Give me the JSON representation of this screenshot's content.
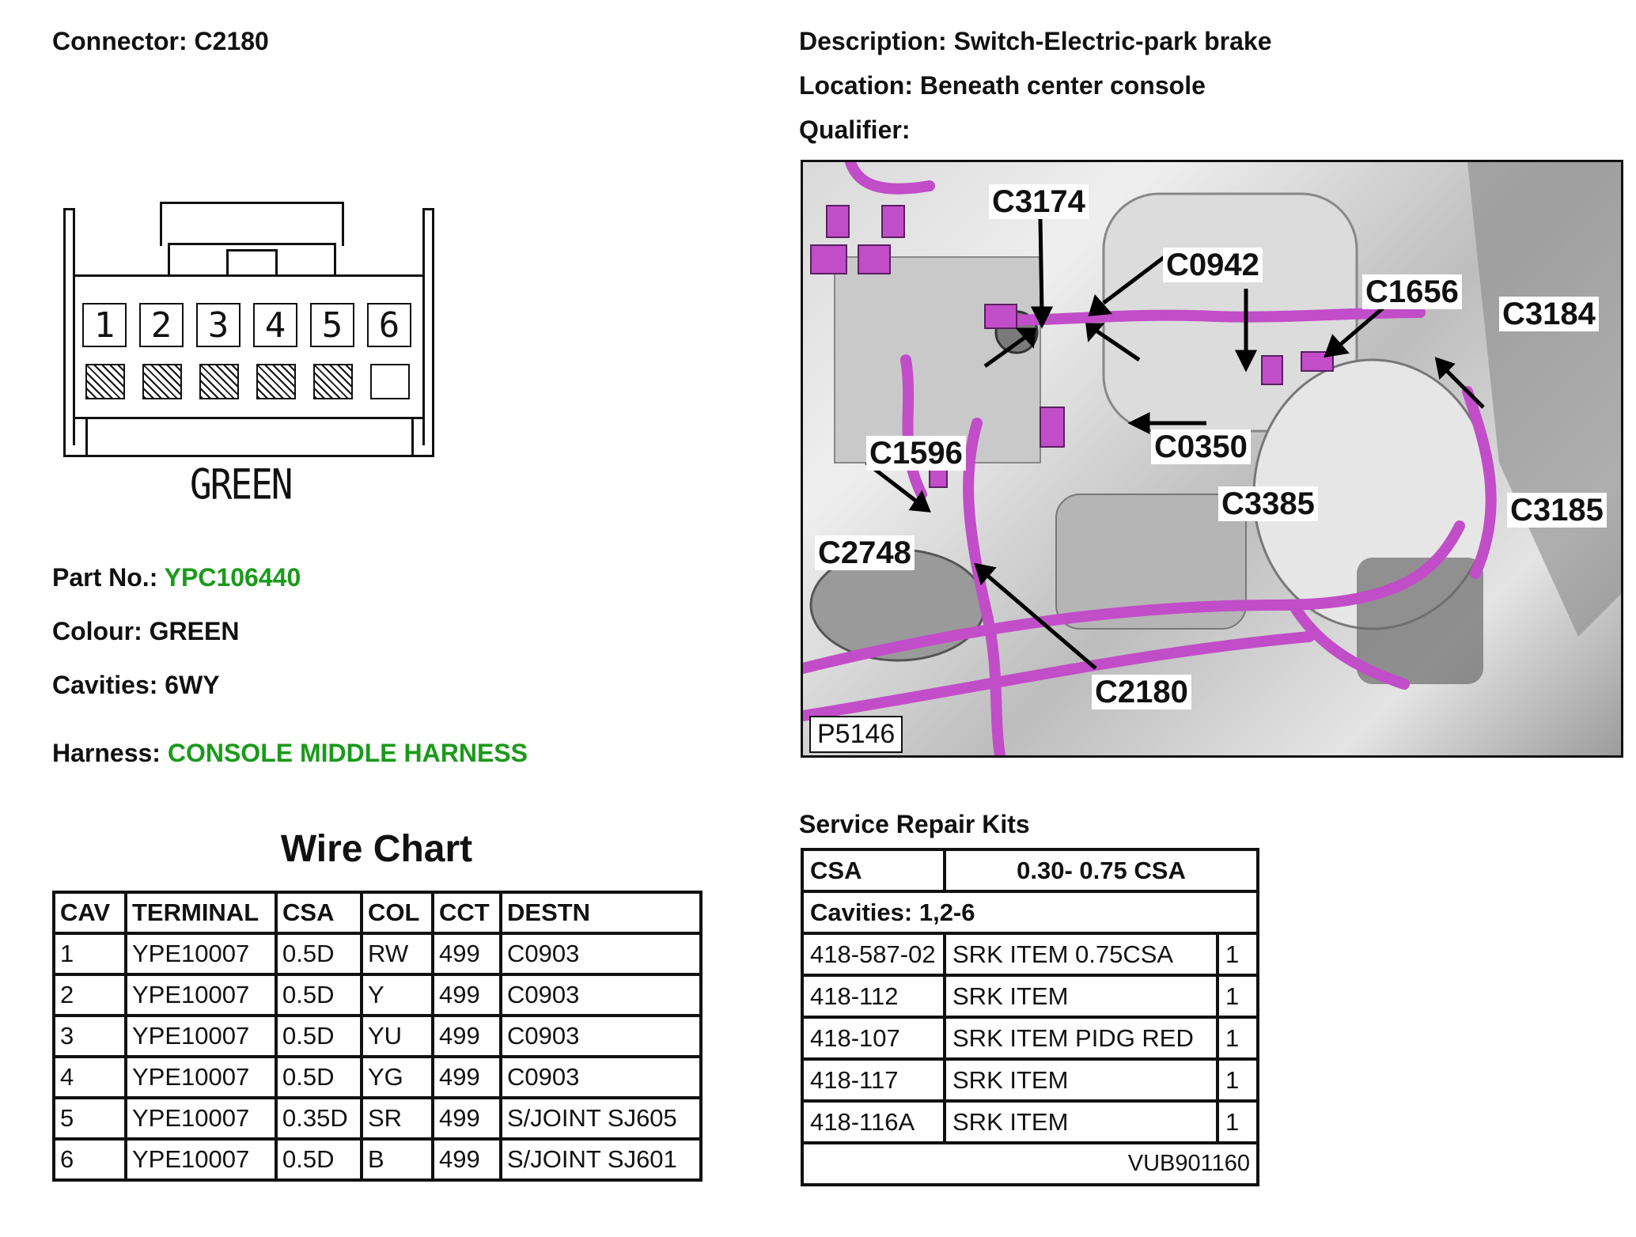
{
  "header": {
    "connector_label": "Connector:",
    "connector_value": "C2180",
    "description_label": "Description:",
    "description_value": "Switch-Electric-park brake",
    "location_label": "Location:",
    "location_value": "Beneath center console",
    "qualifier_label": "Qualifier:",
    "qualifier_value": ""
  },
  "connector_face": {
    "pins": [
      "1",
      "2",
      "3",
      "4",
      "5",
      "6"
    ],
    "populated": [
      true,
      true,
      true,
      true,
      true,
      false
    ],
    "color_label": "GREEN"
  },
  "part_info": {
    "part_no_label": "Part No.:",
    "part_no_value": "YPC106440",
    "colour_label": "Colour:",
    "colour_value": "GREEN",
    "cavities_label": "Cavities:",
    "cavities_value": "6WY",
    "harness_label": "Harness:",
    "harness_value": "CONSOLE MIDDLE HARNESS"
  },
  "location_image": {
    "image_code": "P5146",
    "callouts": [
      "C3174",
      "C0942",
      "C1656",
      "C3184",
      "C1596",
      "C0350",
      "C3385",
      "C3185",
      "C2748",
      "C2180"
    ]
  },
  "wire_chart": {
    "title": "Wire Chart",
    "columns": [
      "CAV",
      "TERMINAL",
      "CSA",
      "COL",
      "CCT",
      "DESTN"
    ],
    "rows": [
      [
        "1",
        "YPE10007",
        "0.5D",
        "RW",
        "499",
        "C0903"
      ],
      [
        "2",
        "YPE10007",
        "0.5D",
        "Y",
        "499",
        "C0903"
      ],
      [
        "3",
        "YPE10007",
        "0.5D",
        "YU",
        "499",
        "C0903"
      ],
      [
        "4",
        "YPE10007",
        "0.5D",
        "YG",
        "499",
        "C0903"
      ],
      [
        "5",
        "YPE10007",
        "0.35D",
        "SR",
        "499",
        "S/JOINT SJ605"
      ],
      [
        "6",
        "YPE10007",
        "0.5D",
        "B",
        "499",
        "S/JOINT SJ601"
      ]
    ]
  },
  "service_kits": {
    "title": "Service Repair Kits",
    "csa_label": "CSA",
    "csa_value": "0.30- 0.75 CSA",
    "cavities_text": "Cavities: 1,2-6",
    "rows": [
      [
        "418-587-02",
        "SRK ITEM 0.75CSA",
        "1"
      ],
      [
        "418-112",
        "SRK ITEM",
        "1"
      ],
      [
        "418-107",
        "SRK ITEM PIDG RED",
        "1"
      ],
      [
        "418-117",
        "SRK ITEM",
        "1"
      ],
      [
        "418-116A",
        "SRK ITEM",
        "1"
      ]
    ],
    "footer_code": "VUB901160"
  },
  "colors": {
    "accent_green": "#1a9a1a",
    "harness_magenta": "#c24dc8"
  }
}
